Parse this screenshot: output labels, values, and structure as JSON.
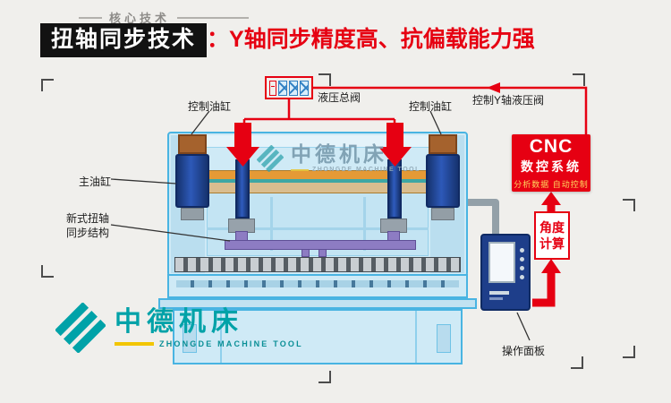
{
  "header": {
    "eyebrow": "核心技术",
    "title_box": "扭轴同步技术",
    "title_rest": "：Y轴同步精度高、抗偏载能力强"
  },
  "diagram": {
    "labels": {
      "control_cylinder": "控制油缸",
      "hydraulic_main_valve": "液压总阀",
      "y_axis_valve": "控制Y轴液压阀",
      "main_cylinder": "主油缸",
      "torsion_line1": "新式扭轴",
      "torsion_line2": "同步结构",
      "operation_panel": "操作面板",
      "angle_calculation": "角度计算"
    },
    "cnc": {
      "title": "CNC",
      "subtitle": "数控系统",
      "caption": "分析数据 自动控制"
    }
  },
  "watermark": {
    "name_cn": "中德机床",
    "name_en": "ZHONGDE MACHINE TOOL"
  },
  "brand": {
    "name_cn": "中德机床",
    "name_en": "ZHONGDE MACHINE TOOL"
  },
  "colors": {
    "accent_red": "#e60012",
    "brand_teal": "#00a2a8",
    "machine_fill": "#cfeaf6",
    "machine_border": "#49b4e2",
    "cylinder_blue": "#1d3f8e",
    "beam_orange": "#e59a36",
    "shaft_purple": "#8d7cc3",
    "title_bar_bg": "#121212"
  }
}
